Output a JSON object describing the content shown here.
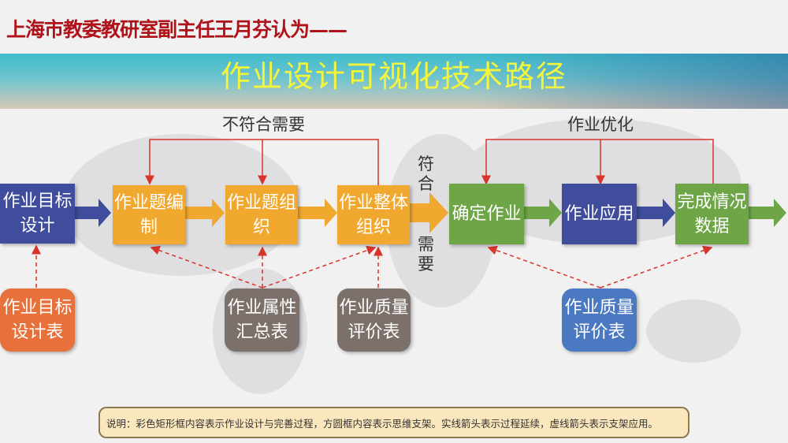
{
  "header": {
    "attribution": "上海市教委教研室副主任王月芬认为——",
    "title": "作业设计可视化技术路径"
  },
  "process": [
    {
      "label": "作业目标设计",
      "color": "#3f4d9c"
    },
    {
      "label": "作业题编制",
      "color": "#f0a82e"
    },
    {
      "label": "作业题组织",
      "color": "#f0a82e"
    },
    {
      "label": "作业整体组织",
      "color": "#f0a82e"
    },
    {
      "label": "确定作业",
      "color": "#6ea647"
    },
    {
      "label": "作业应用",
      "color": "#3f4d9c"
    },
    {
      "label": "完成情况数据",
      "color": "#6ea647"
    }
  ],
  "supports": [
    {
      "label": "作业目标设计表",
      "color": "#e8703a"
    },
    {
      "label": "作业属性汇总表",
      "color": "#7b716a"
    },
    {
      "label": "作业质量评价表",
      "color": "#7b716a"
    },
    {
      "label": "作业质量评价表",
      "color": "#4a79c2"
    }
  ],
  "labels": {
    "not_meet": "不符合需要",
    "optimize": "作业优化",
    "meet_top": "符合",
    "meet_bottom": "需要"
  },
  "note": "说明：彩色矩形框内容表示作业设计与完善过程，方圆框内容表示思维支架。实线箭头表示过程延续，虚线箭头表示支架应用。"
}
